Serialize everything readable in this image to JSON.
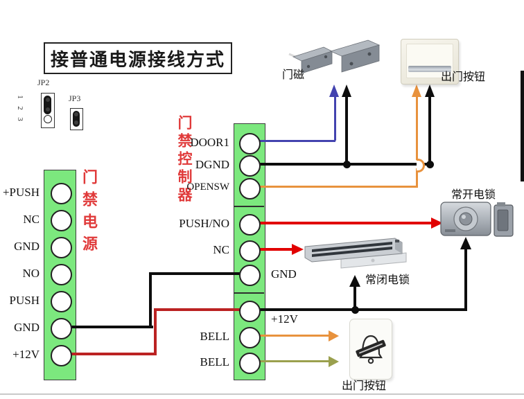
{
  "title": "接普通电源接线方式",
  "jumpers": {
    "jp2": {
      "label": "JP2",
      "pins": [
        "1",
        "2",
        "3"
      ]
    },
    "jp3": {
      "label": "JP3"
    }
  },
  "power_block": {
    "label": "门禁电源",
    "terminals": [
      "+PUSH",
      "NC",
      "GND",
      "NO",
      "PUSH",
      "GND",
      "+12V"
    ]
  },
  "controller_block": {
    "label": "门禁控制器",
    "terminals": [
      "DOOR1",
      "DGND",
      "OPENSW",
      "PUSH/NO",
      "NC",
      "GND",
      "+12V",
      "BELL",
      "BELL"
    ]
  },
  "devices": {
    "door_contact": "门磁",
    "exit_button_top": "出门按钮",
    "normally_open_lock": "常开电锁",
    "normally_closed_lock": "常闭电锁",
    "exit_button_bottom": "出门按钮"
  },
  "colors": {
    "block_green": "#7ce87e",
    "wire_black": "#0d0d0d",
    "wire_blue": "#4343af",
    "wire_orange": "#e8923d",
    "wire_red": "#e10000",
    "wire_dark_red": "#bb2222",
    "wire_olive": "#9aa04e",
    "label_red": "#e03a3a"
  }
}
